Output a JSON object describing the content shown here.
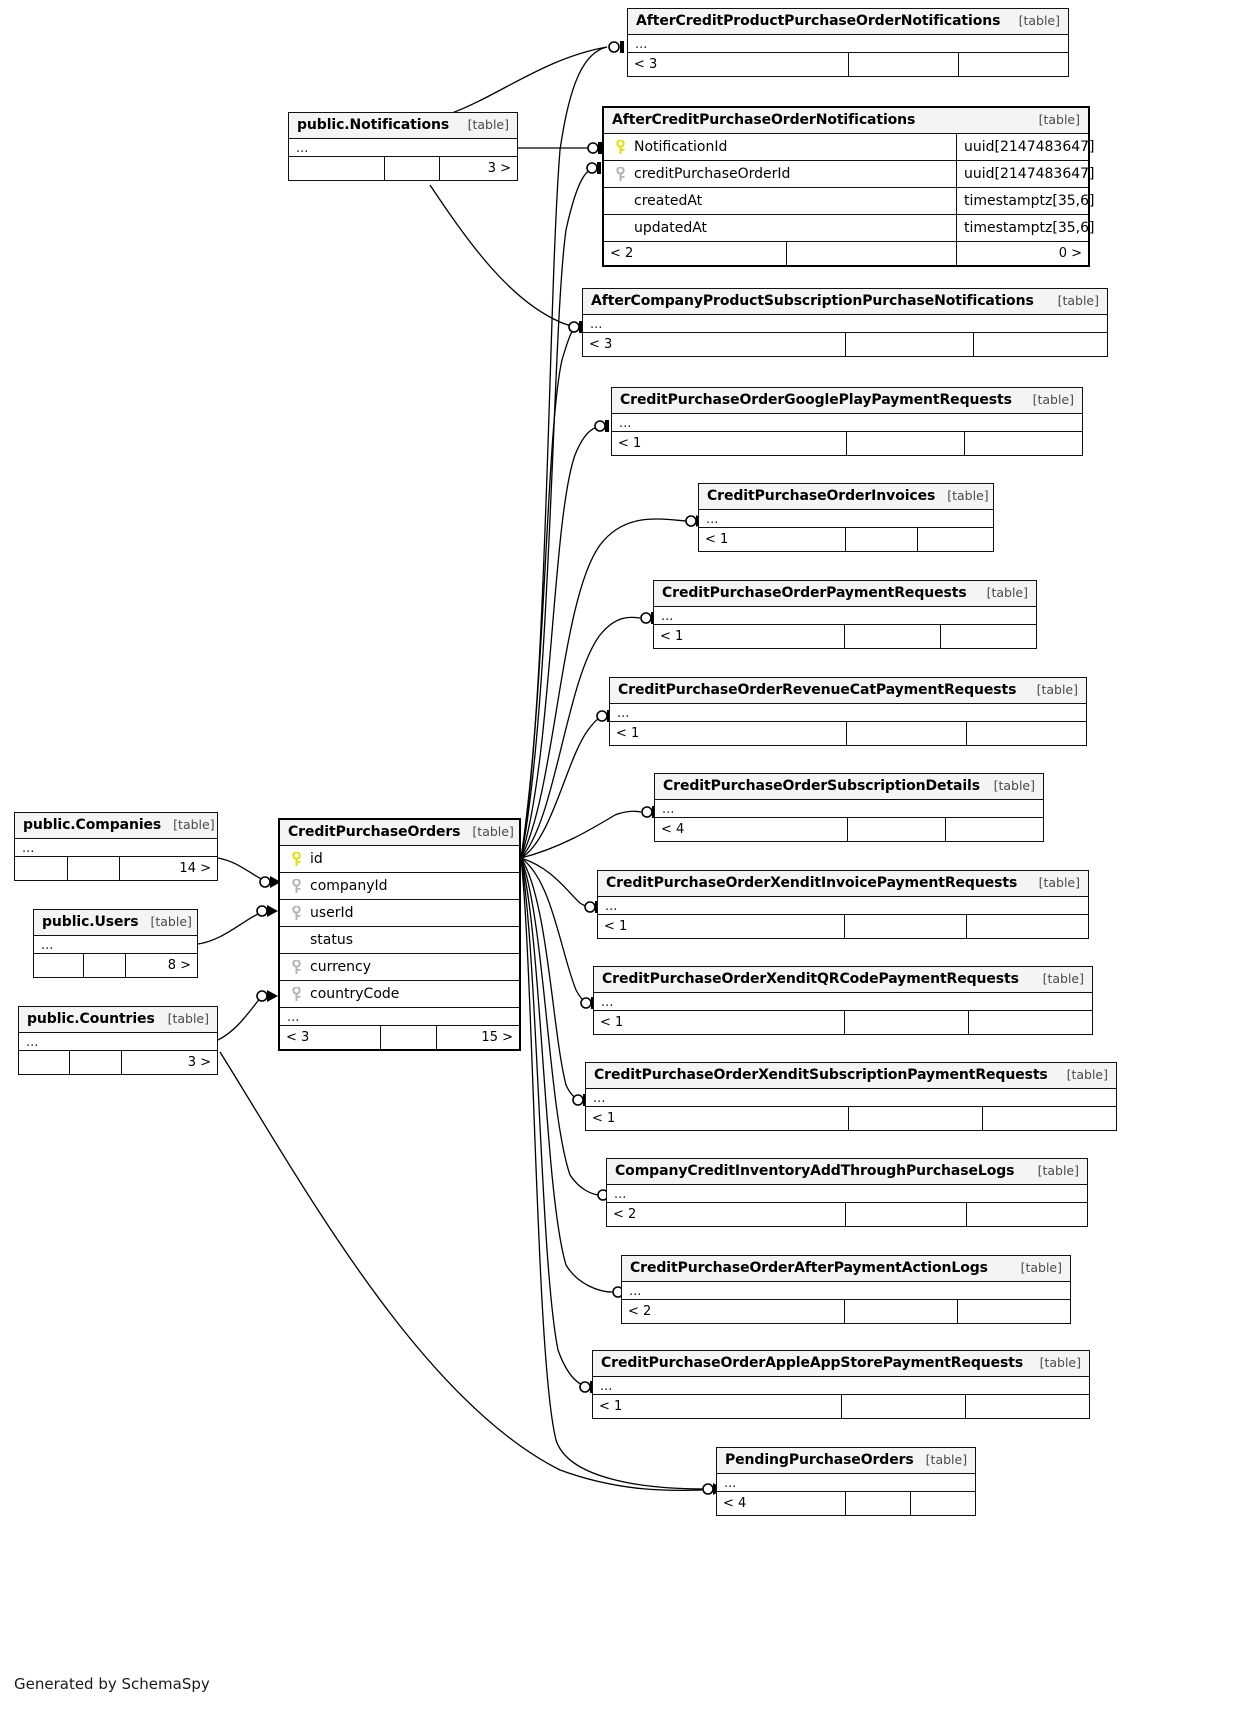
{
  "diagram": {
    "generator_credit": "Generated by SchemaSpy",
    "type_label": "[table]",
    "ellipsis": "...",
    "focus_table": "CreditPurchaseOrders"
  },
  "tables": [
    {
      "id": "after-credit-product-purchase-order-notifications",
      "name": "AfterCreditProductPurchaseOrderNotifications",
      "type": "[table]",
      "collapsed": true,
      "footer": {
        "left": "< 3",
        "mid": "",
        "right": ""
      }
    },
    {
      "id": "public-notifications",
      "name": "public.Notifications",
      "type": "[table]",
      "collapsed": true,
      "footer": {
        "left": "",
        "mid": "",
        "right": "3 >"
      }
    },
    {
      "id": "after-credit-purchase-order-notifications",
      "name": "AfterCreditPurchaseOrderNotifications",
      "type": "[table]",
      "collapsed": false,
      "columns": [
        {
          "name": "NotificationId",
          "key": "primary",
          "type": "uuid[2147483647]"
        },
        {
          "name": "creditPurchaseOrderId",
          "key": "foreign",
          "type": "uuid[2147483647]"
        },
        {
          "name": "createdAt",
          "key": "none",
          "type": "timestamptz[35,6]"
        },
        {
          "name": "updatedAt",
          "key": "none",
          "type": "timestamptz[35,6]"
        }
      ],
      "footer": {
        "left": "< 2",
        "mid": "",
        "right": "0 >"
      }
    },
    {
      "id": "after-company-product-subscription-purchase-notifications",
      "name": "AfterCompanyProductSubscriptionPurchaseNotifications",
      "type": "[table]",
      "collapsed": true,
      "footer": {
        "left": "< 3",
        "mid": "",
        "right": ""
      }
    },
    {
      "id": "credit-purchase-order-google-play-payment-requests",
      "name": "CreditPurchaseOrderGooglePlayPaymentRequests",
      "type": "[table]",
      "collapsed": true,
      "footer": {
        "left": "< 1",
        "mid": "",
        "right": ""
      }
    },
    {
      "id": "credit-purchase-order-invoices",
      "name": "CreditPurchaseOrderInvoices",
      "type": "[table]",
      "collapsed": true,
      "footer": {
        "left": "< 1",
        "mid": "",
        "right": ""
      }
    },
    {
      "id": "credit-purchase-order-payment-requests",
      "name": "CreditPurchaseOrderPaymentRequests",
      "type": "[table]",
      "collapsed": true,
      "footer": {
        "left": "< 1",
        "mid": "",
        "right": ""
      }
    },
    {
      "id": "credit-purchase-order-revenue-cat-payment-requests",
      "name": "CreditPurchaseOrderRevenueCatPaymentRequests",
      "type": "[table]",
      "collapsed": true,
      "footer": {
        "left": "< 1",
        "mid": "",
        "right": ""
      }
    },
    {
      "id": "credit-purchase-order-subscription-details",
      "name": "CreditPurchaseOrderSubscriptionDetails",
      "type": "[table]",
      "collapsed": true,
      "footer": {
        "left": "< 4",
        "mid": "",
        "right": ""
      }
    },
    {
      "id": "credit-purchase-order-xendit-invoice-payment-requests",
      "name": "CreditPurchaseOrderXenditInvoicePaymentRequests",
      "type": "[table]",
      "collapsed": true,
      "footer": {
        "left": "< 1",
        "mid": "",
        "right": ""
      }
    },
    {
      "id": "credit-purchase-order-xendit-qrcode-payment-requests",
      "name": "CreditPurchaseOrderXenditQRCodePaymentRequests",
      "type": "[table]",
      "collapsed": true,
      "footer": {
        "left": "< 1",
        "mid": "",
        "right": ""
      }
    },
    {
      "id": "credit-purchase-order-xendit-subscription-payment-requests",
      "name": "CreditPurchaseOrderXenditSubscriptionPaymentRequests",
      "type": "[table]",
      "collapsed": true,
      "footer": {
        "left": "< 1",
        "mid": "",
        "right": ""
      }
    },
    {
      "id": "company-credit-inventory-add-through-purchase-logs",
      "name": "CompanyCreditInventoryAddThroughPurchaseLogs",
      "type": "[table]",
      "collapsed": true,
      "footer": {
        "left": "< 2",
        "mid": "",
        "right": ""
      }
    },
    {
      "id": "credit-purchase-order-after-payment-action-logs",
      "name": "CreditPurchaseOrderAfterPaymentActionLogs",
      "type": "[table]",
      "collapsed": true,
      "footer": {
        "left": "< 2",
        "mid": "",
        "right": ""
      }
    },
    {
      "id": "credit-purchase-order-apple-app-store-payment-requests",
      "name": "CreditPurchaseOrderAppleAppStorePaymentRequests",
      "type": "[table]",
      "collapsed": true,
      "footer": {
        "left": "< 1",
        "mid": "",
        "right": ""
      }
    },
    {
      "id": "pending-purchase-orders",
      "name": "PendingPurchaseOrders",
      "type": "[table]",
      "collapsed": true,
      "footer": {
        "left": "< 4",
        "mid": "",
        "right": ""
      }
    },
    {
      "id": "public-companies",
      "name": "public.Companies",
      "type": "[table]",
      "collapsed": true,
      "footer": {
        "left": "",
        "mid": "",
        "right": "14 >"
      }
    },
    {
      "id": "public-users",
      "name": "public.Users",
      "type": "[table]",
      "collapsed": true,
      "footer": {
        "left": "",
        "mid": "",
        "right": "8 >"
      }
    },
    {
      "id": "public-countries",
      "name": "public.Countries",
      "type": "[table]",
      "collapsed": true,
      "footer": {
        "left": "",
        "mid": "",
        "right": "3 >"
      }
    },
    {
      "id": "credit-purchase-orders",
      "name": "CreditPurchaseOrders",
      "type": "[table]",
      "collapsed": false,
      "focus": true,
      "columns": [
        {
          "name": "id",
          "key": "primary",
          "type": ""
        },
        {
          "name": "companyId",
          "key": "foreign",
          "type": ""
        },
        {
          "name": "userId",
          "key": "foreign",
          "type": ""
        },
        {
          "name": "status",
          "key": "none",
          "type": ""
        },
        {
          "name": "currency",
          "key": "foreign",
          "type": ""
        },
        {
          "name": "countryCode",
          "key": "foreign",
          "type": ""
        }
      ],
      "trailing_ellipsis": "...",
      "footer": {
        "left": "< 3",
        "mid": "",
        "right": "15 >"
      }
    }
  ],
  "colors": {
    "primary_key": "#e8e800",
    "foreign_key": "#b4b4b4",
    "header_bg": "#f4f4f4",
    "border": "#111111",
    "edge": "#000000"
  }
}
